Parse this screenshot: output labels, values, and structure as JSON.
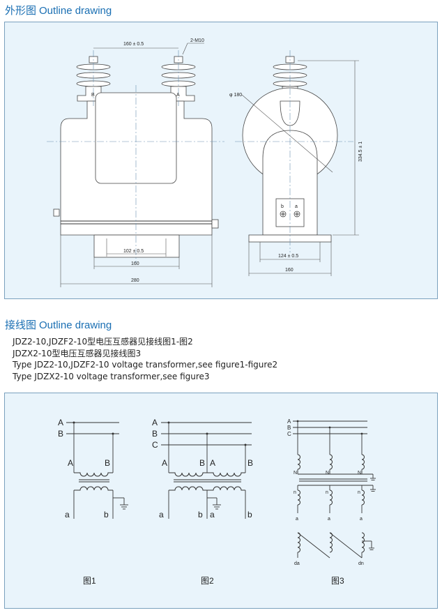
{
  "sections": {
    "outline_title_zh": "外形图",
    "outline_title_en": "Outline drawing",
    "wiring_title_zh": "接线图",
    "wiring_title_en": "Outline drawing"
  },
  "description": [
    "JDZ2-10,JDZF2-10型电压互感器见接线图1-图2",
    "JDZX2-10型电压互感器见接线图3",
    "Type JDZ2-10,JDZF2-10 voltage transformer,see figure1-figure2",
    "Type JDZX2-10 voltage transformer,see figure3"
  ],
  "outline": {
    "dim_160_top": "160 ± 0.5",
    "thread": "2-M10",
    "terminal_b": "B",
    "terminal_a": "A",
    "dim_102": "102 ± 0.5",
    "dim_160_base": "160",
    "dim_280": "280",
    "diameter": "φ 180",
    "height": "334.5 ± 1",
    "sec_b": "b",
    "sec_a": "a",
    "dim_124": "124 ± 0.5",
    "dim_160_side": "160"
  },
  "fig1": {
    "A": "A",
    "B": "B",
    "pA": "A",
    "pB": "B",
    "sa": "a",
    "sb": "b",
    "caption": "图1"
  },
  "fig2": {
    "A": "A",
    "B": "B",
    "C": "C",
    "p1A": "A",
    "p1B": "B",
    "p2A": "A",
    "p2B": "B",
    "sa": "a",
    "sb": "b",
    "sa2": "a",
    "sb2": "b",
    "caption": "图2"
  },
  "fig3": {
    "A": "A",
    "B": "B",
    "C": "C",
    "N1": "N",
    "N2": "N",
    "N3": "N",
    "n1": "n",
    "n2": "n",
    "n3": "n",
    "a1": "a",
    "a2": "a",
    "a3": "a",
    "da": "da",
    "dn": "dn",
    "caption": "图3"
  },
  "colors": {
    "heading": "#1a6fb3",
    "panel_bg": "#e9f4fb",
    "panel_border": "#7aa0bd"
  }
}
